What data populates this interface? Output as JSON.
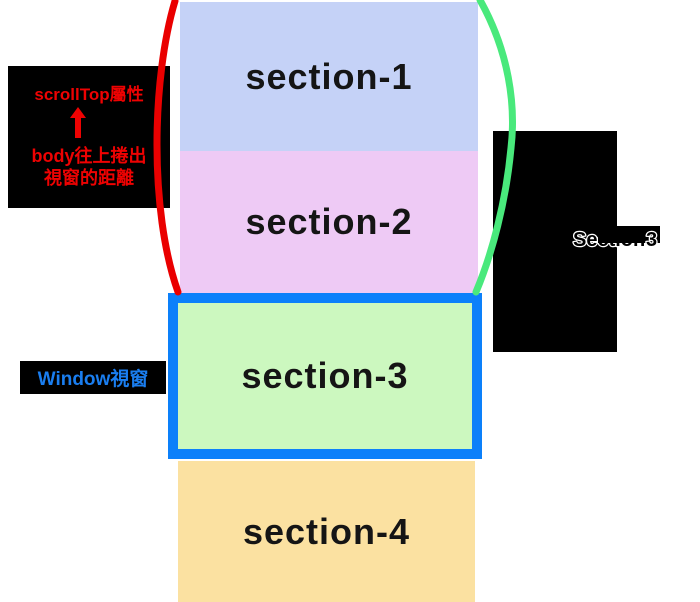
{
  "diagram": {
    "background": "#ffffff",
    "sections": [
      {
        "label": "section-1",
        "color": "#c5d2f7"
      },
      {
        "label": "section-2",
        "color": "#eecaf5"
      },
      {
        "label": "section-3",
        "color": "#ccf8bf"
      },
      {
        "label": "section-4",
        "color": "#fbe1a1"
      }
    ],
    "scrolltop_annotation": {
      "title": "scrollTop屬性",
      "arrow_icon": "up-arrow",
      "desc_line1": "body往上捲出",
      "desc_line2": "視窗的距離",
      "text_color": "#ee0202",
      "bg_color": "#000000"
    },
    "window_annotation": {
      "label": "Window視窗",
      "text_color": "#1a7ef0",
      "bg_color": "#000000"
    },
    "right_annotation": {
      "label": "Section3",
      "label_tail": "3",
      "text_color": "#000000",
      "outline_color": "#ffffff",
      "bg_color": "#000000"
    },
    "viewport_border_color": "#0c80fa",
    "red_brace_color": "#ea0000",
    "green_brace_color": "#49e97c"
  }
}
